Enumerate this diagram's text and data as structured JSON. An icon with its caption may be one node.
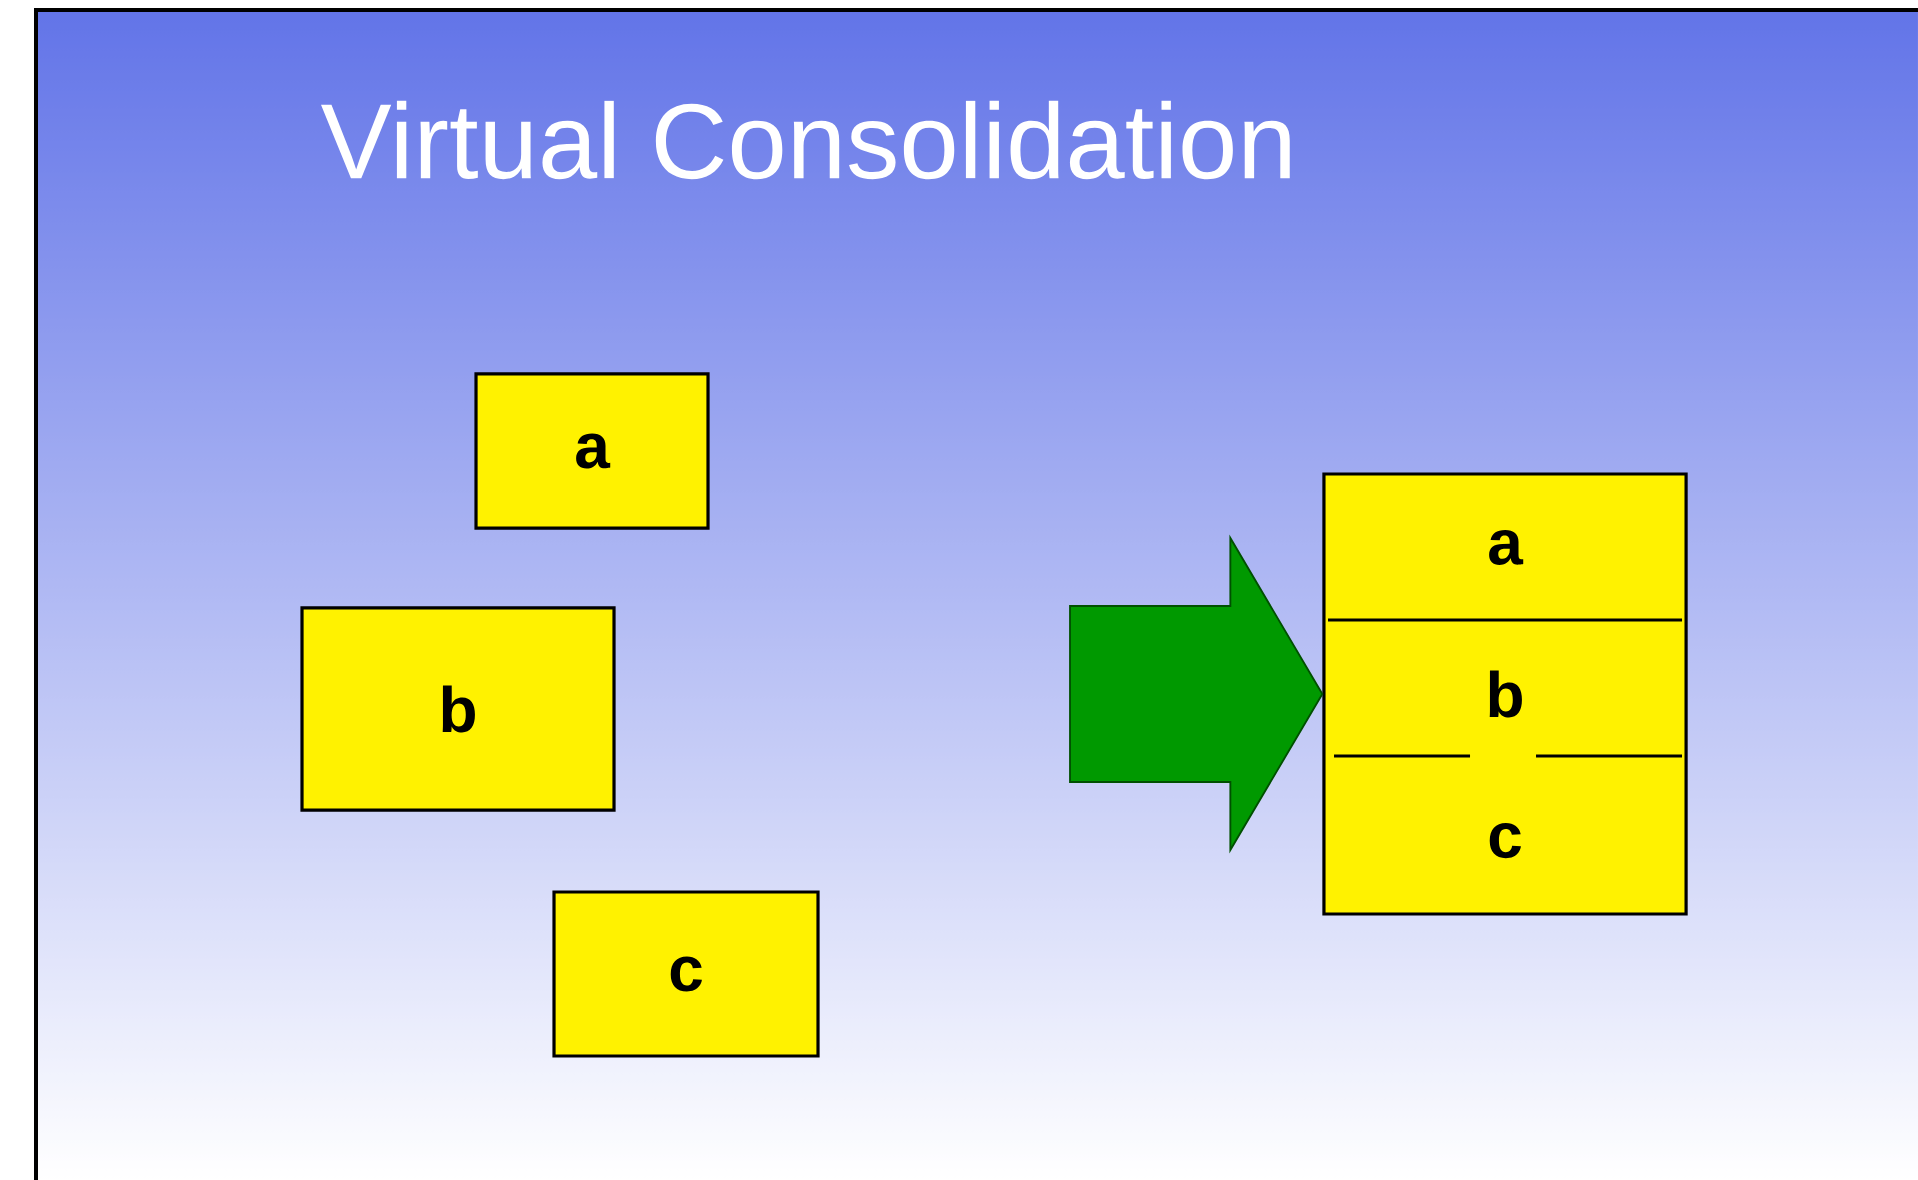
{
  "diagram": {
    "title": "Virtual Consolidation",
    "nodes": [
      {
        "text": [
          "a"
        ]
      },
      {
        "text": [
          "b"
        ]
      },
      {
        "text": [
          "c"
        ]
      },
      {
        "text": [],
        "shape": "box"
      },
      {
        "text": [
          "a"
        ],
        "in": 3
      },
      {
        "text": [
          "b"
        ],
        "in": 3
      },
      {
        "text": [
          "c"
        ],
        "in": 3
      }
    ],
    "edges": [
      {
        "from": null,
        "to": 3,
        "arrow": "to"
      }
    ]
  }
}
